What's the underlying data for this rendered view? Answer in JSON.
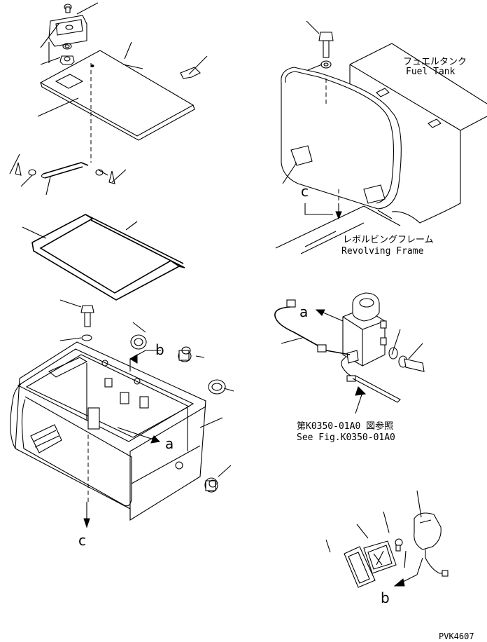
{
  "labels": {
    "fuel_tank_jp": "フュエルタンク",
    "fuel_tank_en": "Fuel Tank",
    "revolving_frame_jp": "レボルビングフレーム",
    "revolving_frame_en": "Revolving Frame",
    "see_fig_jp": "第K0350-01A0 図参照",
    "see_fig_en": "See Fig.K0350-01A0",
    "drawing_code": "PVK4607"
  },
  "callouts": {
    "a_top": "a",
    "a_box": "a",
    "b_box": "b",
    "b_lamp": "b",
    "c_tank": "c",
    "c_box": "c"
  }
}
